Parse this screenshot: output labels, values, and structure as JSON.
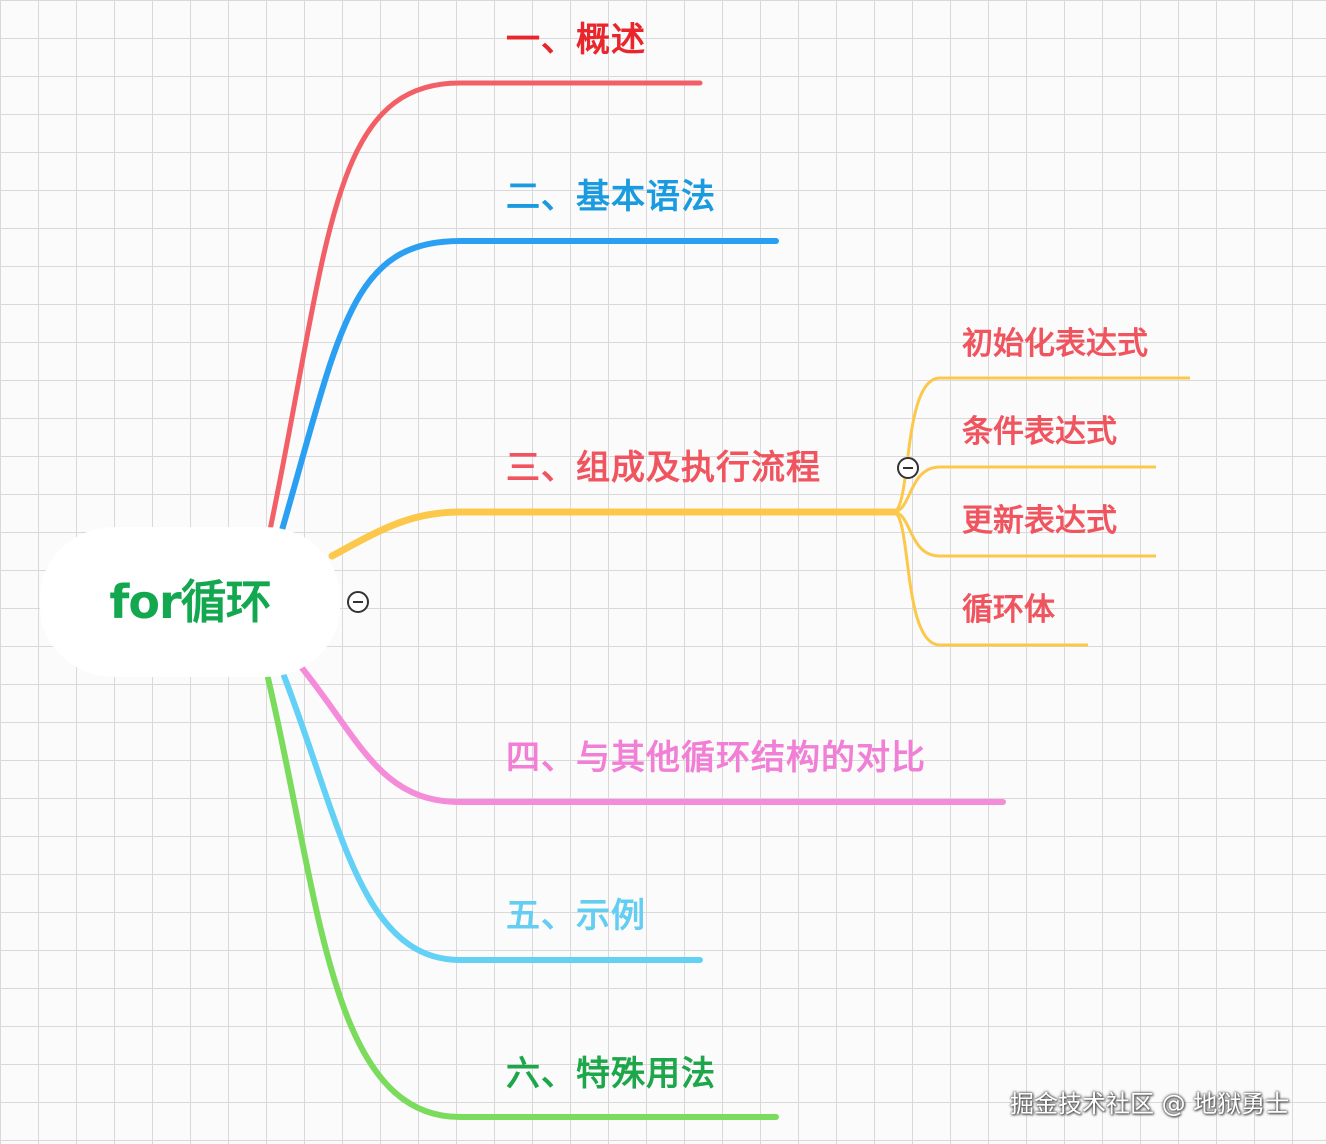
{
  "root": {
    "label": "for循环",
    "color": "#13a84f"
  },
  "branches": [
    {
      "id": "overview",
      "label": "一、概述",
      "color": "#e8262b",
      "line_color": "#f25f67"
    },
    {
      "id": "syntax",
      "label": "二、基本语法",
      "color": "#1a9be0",
      "line_color": "#2b9ff2"
    },
    {
      "id": "flow",
      "label": "三、组成及执行流程",
      "color": "#f0555f",
      "line_color": "#fcc84c"
    },
    {
      "id": "compare",
      "label": "四、与其他循环结构的对比",
      "color": "#f27fd6",
      "line_color": "#f58cd9"
    },
    {
      "id": "example",
      "label": "五、示例",
      "color": "#64cef2",
      "line_color": "#63d1f5"
    },
    {
      "id": "special",
      "label": "六、特殊用法",
      "color": "#1ea64a",
      "line_color": "#7bdb5c"
    }
  ],
  "flow_children": [
    {
      "label": "初始化表达式"
    },
    {
      "label": "条件表达式"
    },
    {
      "label": "更新表达式"
    },
    {
      "label": "循环体"
    }
  ],
  "flow_child_color": "#f0555f",
  "flow_child_line_color": "#fcc84c",
  "watermark": "掘金技术社区 @ 地狱勇士"
}
